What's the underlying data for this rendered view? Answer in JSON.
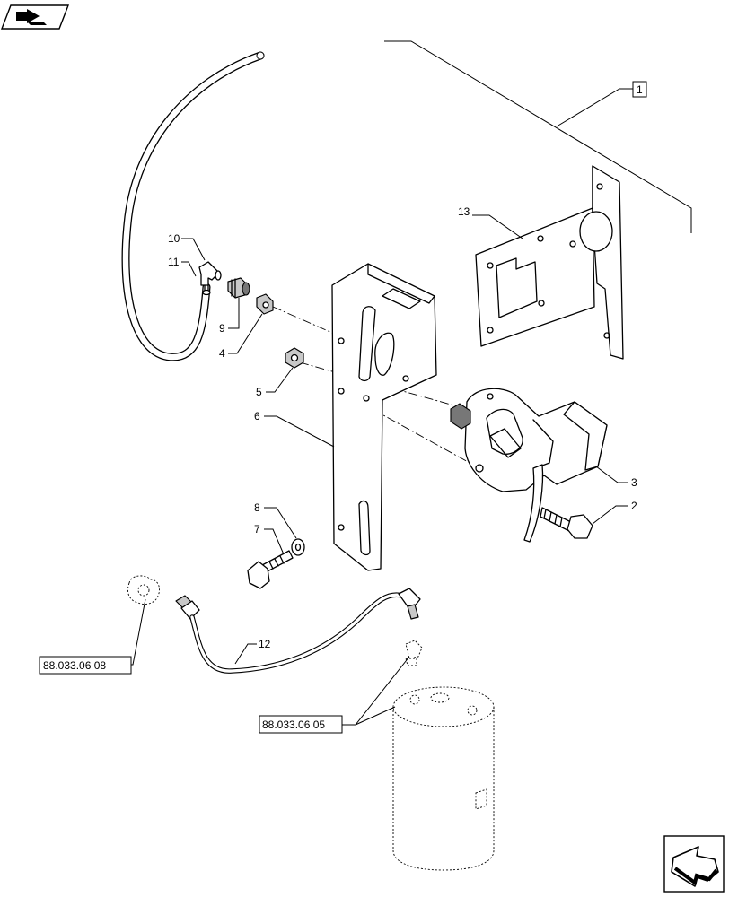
{
  "corner_icons": {
    "top_left": "arrow-badge-icon",
    "bottom_right": "next-page-arrow-icon"
  },
  "callouts": {
    "c1": "1",
    "c2": "2",
    "c3": "3",
    "c4": "4",
    "c5": "5",
    "c6": "6",
    "c7": "7",
    "c8": "8",
    "c9": "9",
    "c10": "10",
    "c11": "11",
    "c12": "12",
    "c13": "13"
  },
  "references": {
    "ref_a": "88.033.06 08",
    "ref_b": "88.033.06 05"
  }
}
